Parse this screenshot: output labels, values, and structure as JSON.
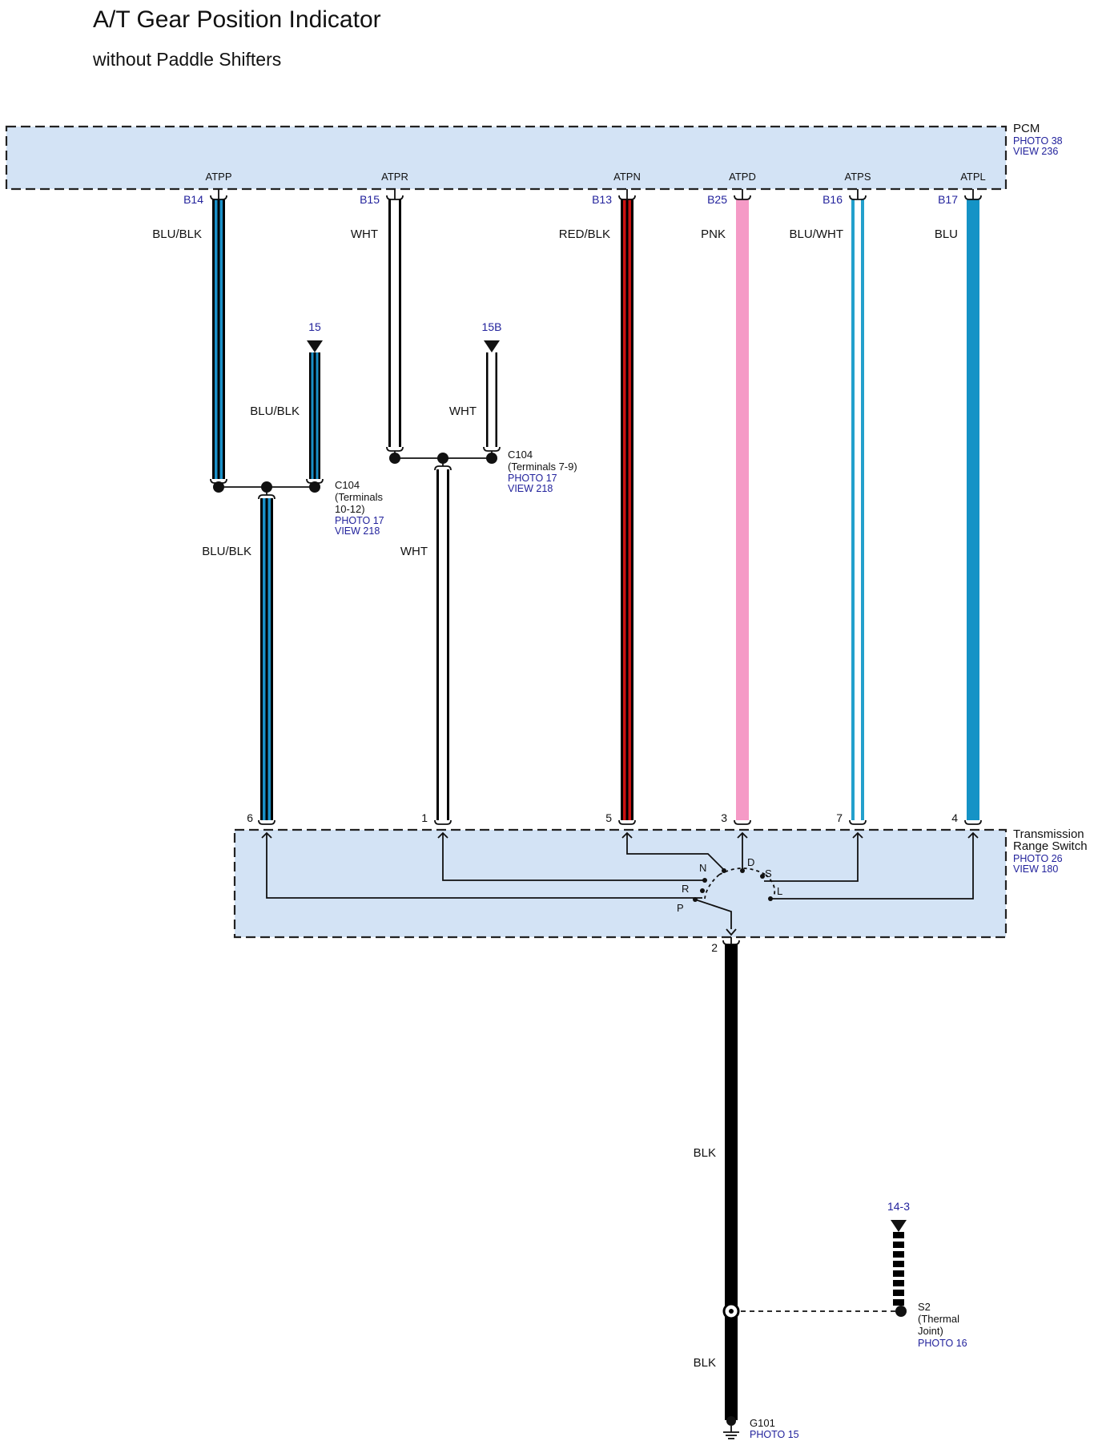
{
  "title": "A/T Gear Position Indicator",
  "subtitle": "without Paddle Shifters",
  "pcm": {
    "name": "PCM",
    "photo": "PHOTO 38",
    "view": "VIEW 236",
    "pins": [
      {
        "signal": "ATPP",
        "pin": "B14",
        "wire": "BLU/BLK"
      },
      {
        "signal": "ATPR",
        "pin": "B15",
        "wire": "WHT"
      },
      {
        "signal": "ATPN",
        "pin": "B13",
        "wire": "RED/BLK"
      },
      {
        "signal": "ATPD",
        "pin": "B25",
        "wire": "PNK"
      },
      {
        "signal": "ATPS",
        "pin": "B16",
        "wire": "BLU/WHT"
      },
      {
        "signal": "ATPL",
        "pin": "B17",
        "wire": "BLU"
      }
    ]
  },
  "c104_a": {
    "name": "C104",
    "line1": "(Terminals",
    "line2": "10-12)",
    "photo": "PHOTO 17",
    "view": "VIEW 218",
    "branch_ref": "15",
    "branch_wire": "BLU/BLK",
    "out_wire": "BLU/BLK"
  },
  "c104_b": {
    "name": "C104",
    "line1": "(Terminals 7-9)",
    "photo": "PHOTO 17",
    "view": "VIEW 218",
    "branch_ref": "15B",
    "branch_wire": "WHT",
    "out_wire": "WHT"
  },
  "trs": {
    "name_line1": "Transmission",
    "name_line2": "Range Switch",
    "photo": "PHOTO 26",
    "view": "VIEW 180",
    "pins": [
      "6",
      "1",
      "5",
      "3",
      "7",
      "4",
      "2"
    ],
    "positions": [
      "N",
      "D",
      "S",
      "R",
      "L",
      "P"
    ]
  },
  "ground": {
    "wire_upper": "BLK",
    "wire_lower": "BLK",
    "splice": "S2",
    "splice_line1": "(Thermal",
    "splice_line2": "Joint)",
    "splice_photo": "PHOTO 16",
    "splice_ref": "14-3",
    "name": "G101",
    "photo": "PHOTO 15"
  },
  "colors": {
    "blu_blk_main": "#1a90c8",
    "blu": "#1593c6",
    "blu_wht": "#23a0cc",
    "red": "#cc1111",
    "pnk": "#f59ac6",
    "wht": "#ffffff",
    "blk": "#000000",
    "box_fill": "#d3e3f5"
  }
}
